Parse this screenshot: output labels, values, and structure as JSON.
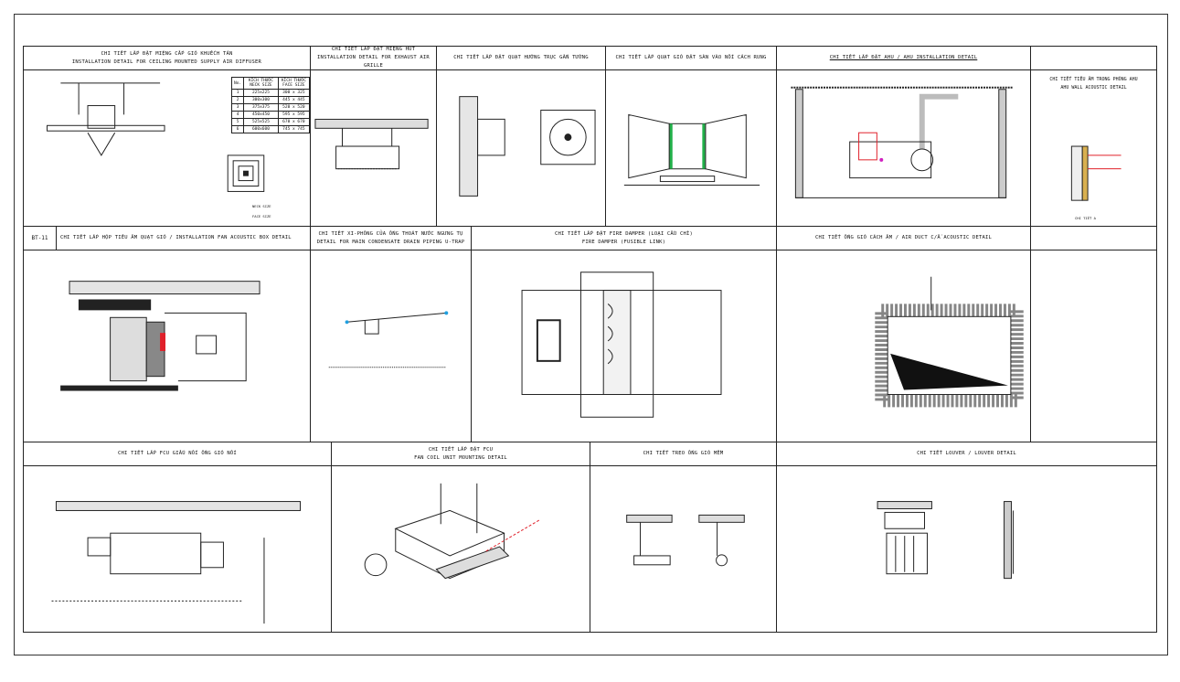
{
  "panels": {
    "p1": {
      "title": "CHI TIẾT LẮP ĐẶT MIỆNG CẤP GIÓ KHUẾCH TÁN",
      "subtitle": "INSTALLATION DETAIL FOR CEILING MOUNTED SUPPLY AIR DIFFUSER",
      "table": {
        "headers": [
          "No.",
          "KÍCH THƯỚC NECK SIZE",
          "KÍCH THƯỚC FACE SIZE"
        ],
        "rows": [
          [
            "1",
            "225x225",
            "300 x 325"
          ],
          [
            "2",
            "300x300",
            "445 x 445"
          ],
          [
            "3",
            "375x375",
            "520 x 520"
          ],
          [
            "4",
            "450x450",
            "595 x 595"
          ],
          [
            "5",
            "525x525",
            "670 x 670"
          ],
          [
            "6",
            "600x600",
            "745 x 745"
          ]
        ]
      },
      "labels": [
        "NECK SIZE",
        "FACE SIZE"
      ]
    },
    "p2": {
      "title": "CHI TIẾT LẮP ĐẶT MIỆNG HÚT",
      "subtitle": "INSTALLATION DETAIL FOR EXHAUST AIR GRILLE"
    },
    "p3": {
      "title": "CHI TIẾT LẮP ĐẶT QUẠT HƯỚNG TRỤC GẮN TƯỜNG"
    },
    "p4": {
      "title": "CHI TIẾT LẮP QUẠT GIÓ ĐẶT SÀN VÀO NỐI CÁCH RUNG"
    },
    "p5": {
      "title": "CHI TIẾT LẮP ĐẶT AHU / AHU INSTALLATION DETAIL"
    },
    "p6": {
      "title": "CHI TIẾT TIÊU ÂM TRONG PHÒNG AHU",
      "subtitle": "AHU WALL ACOUSTIC DETAIL",
      "label": "CHI TIẾT A"
    },
    "p7": {
      "tag": "BT-11",
      "title": "CHI TIẾT LẮP HỘP TIÊU ÂM QUẠT GIÓ / INSTALLATION FAN ACOUSTIC BOX DETAIL"
    },
    "p8": {
      "title": "CHI TIẾT XI-PHÔNG CỦA ỐNG THOÁT NƯỚC NGƯNG TỤ",
      "subtitle": "DETAIL FOR MAIN CONDENSATE DRAIN PIPING U-TRAP"
    },
    "p9": {
      "title": "CHI TIẾT LẮP ĐẶT FIRE DAMPER (LOẠI CẦU CHÌ)",
      "subtitle": "FIRE DAMPER (FUSIBLE LINK)"
    },
    "p10": {
      "title": "CHI TIẾT ỐNG GIÓ CÁCH ÂM / AIR DUCT C/Ấ ACOUSTIC DETAIL"
    },
    "p12": {
      "title": "CHI TIẾT LẮP FCU GIẤU NỐI ỐNG GIÓ NỐI"
    },
    "p13": {
      "title": "CHI TIẾT LẮP ĐẶT FCU",
      "subtitle": "FAN COIL UNIT MOUNTING DETAIL"
    },
    "p14": {
      "title": "CHI TIẾT TREO ỐNG GIÓ MỀM"
    },
    "p15": {
      "title": "CHI TIẾT LOUVER / LOUVER DETAIL"
    }
  },
  "colors": {
    "line": "#222222",
    "accent_red": "#e0202a",
    "accent_green": "#22b04a",
    "accent_magenta": "#d020c0",
    "accent_cyan": "#20a0e0"
  }
}
